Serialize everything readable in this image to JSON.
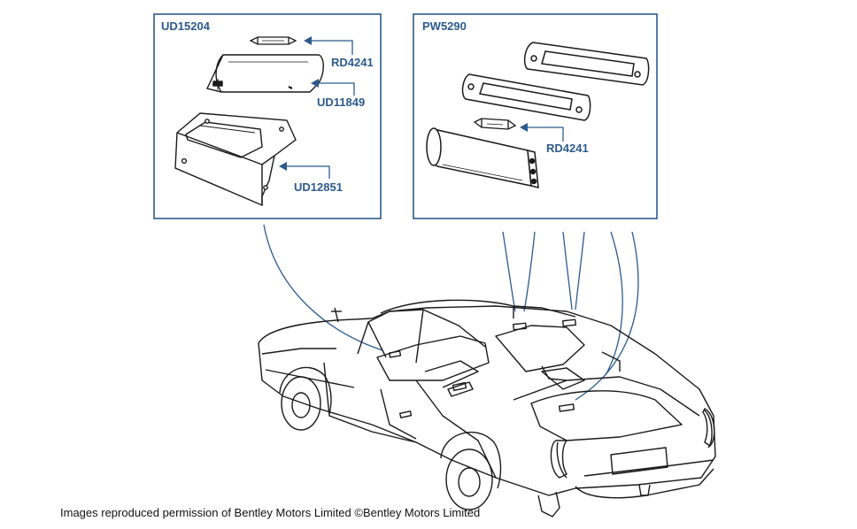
{
  "panels": [
    {
      "id": "UD15204",
      "parts": [
        "RD4241",
        "UD11849",
        "UD12851"
      ]
    },
    {
      "id": "PW5290",
      "parts": [
        "RD4241"
      ]
    }
  ],
  "footer": "Images reproduced permission of Bentley Motors Limited ©Bentley Motors Limited",
  "colors": {
    "accent": "#2c5a8c",
    "line_art": "#1a1a1a",
    "background": "#ffffff"
  },
  "icons": [
    "festoon-bulb-icon",
    "lamp-lens-icon",
    "lamp-bracket-icon",
    "bezel-frame-icon",
    "gasket-icon",
    "lamp-body-icon",
    "convertible-car-icon"
  ]
}
